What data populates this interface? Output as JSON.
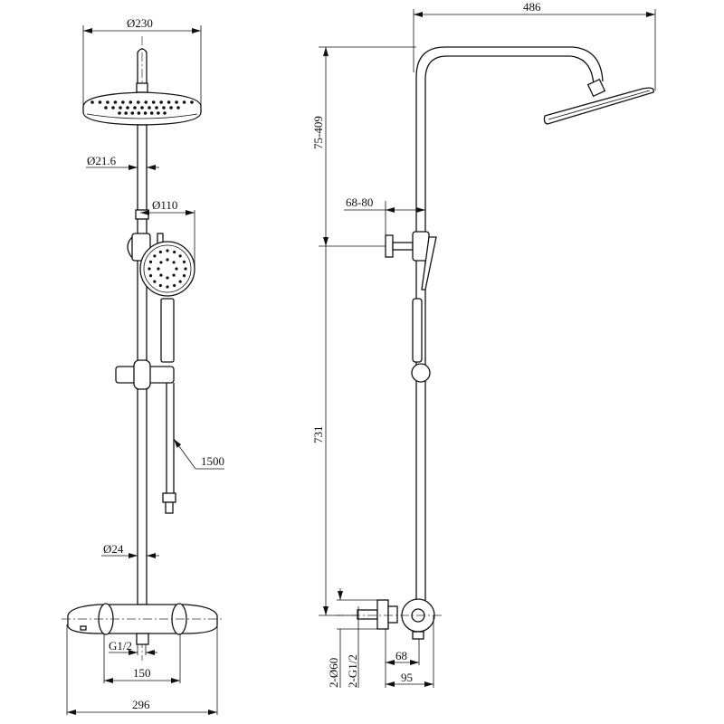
{
  "front_view": {
    "head_diameter": "Ø230",
    "riser_upper_diameter": "Ø21.6",
    "hand_shower_diameter": "Ø110",
    "hose_length": "1500",
    "riser_lower_diameter": "Ø24",
    "outlet_thread": "G1/2",
    "inlet_spacing": "150",
    "mixer_width": "296"
  },
  "side_view": {
    "arm_projection": "486",
    "height_adjust": "75-409",
    "bracket_offset": "68-80",
    "rail_height": "731",
    "escutcheon": "2-Ø60",
    "inlet_thread": "2-G1/2",
    "mixer_depth_inner": "68",
    "mixer_depth_outer": "95"
  },
  "colors": {
    "line": "#111111",
    "background": "#ffffff"
  }
}
